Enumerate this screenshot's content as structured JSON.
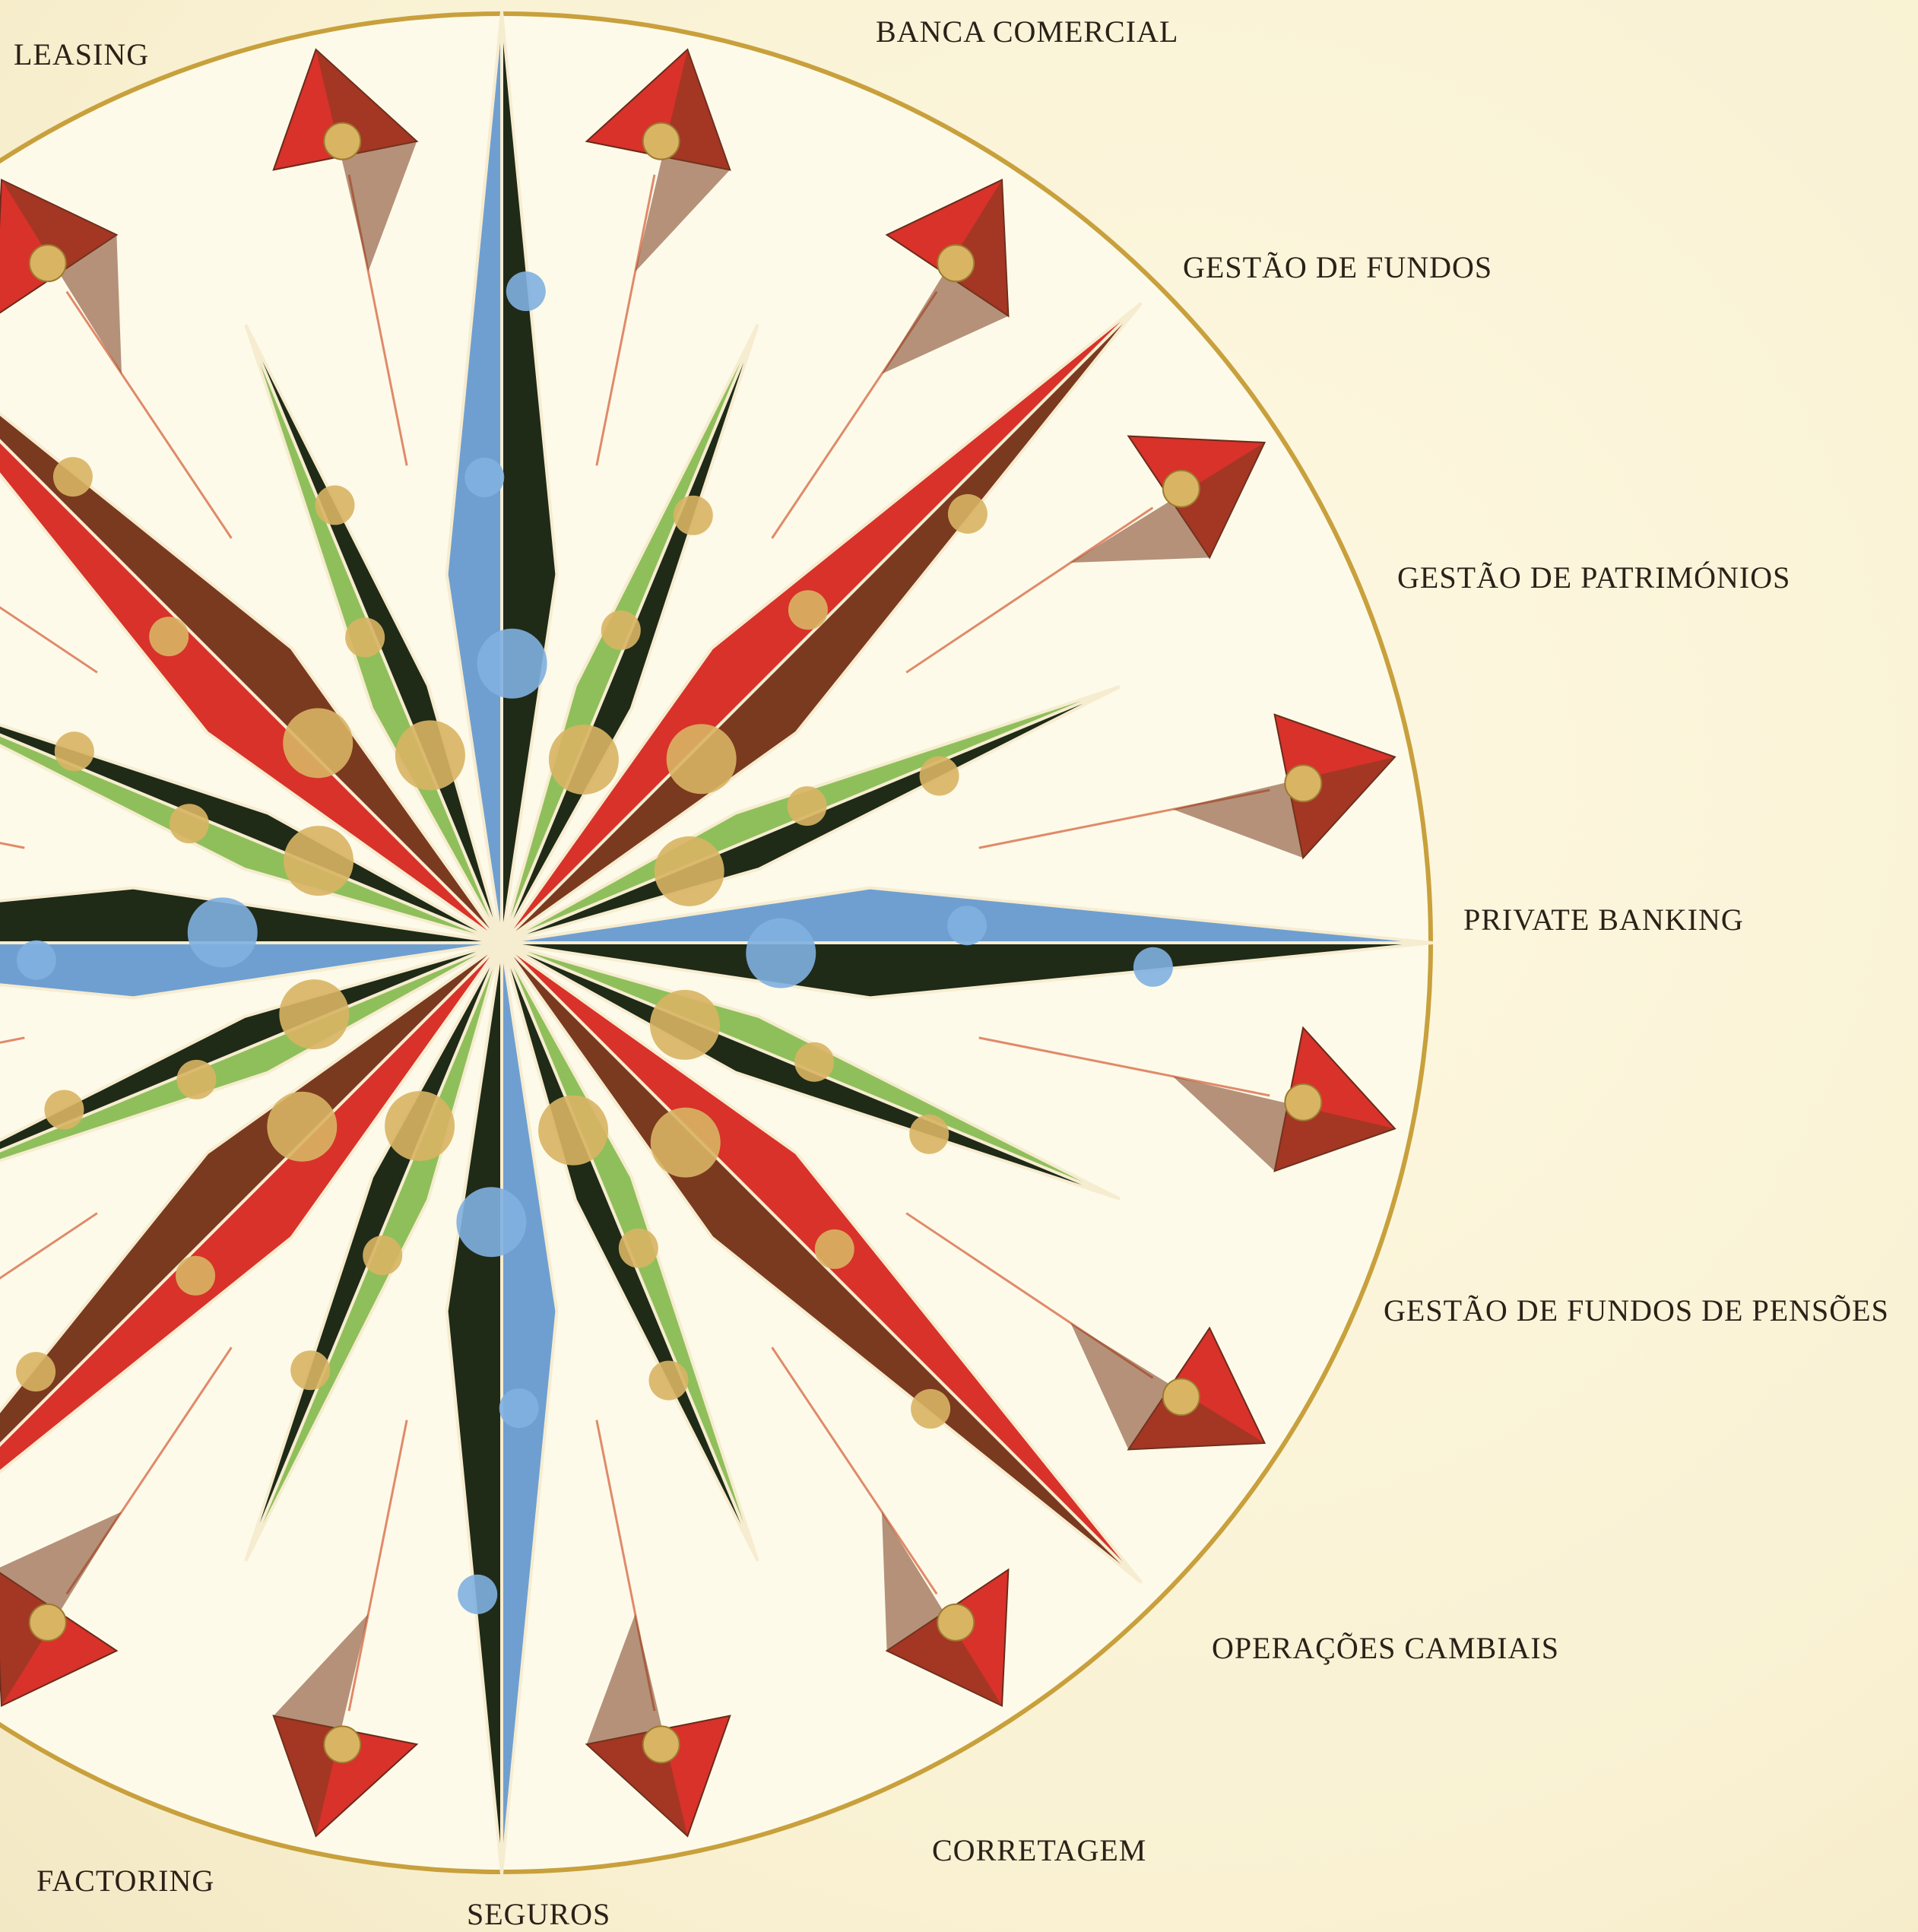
{
  "labels": {
    "leasing": "LEASING",
    "banca_comercial": "BANCA COMERCIAL",
    "gestao_fundos": "GESTÃO DE FUNDOS",
    "gestao_patrimonios": "GESTÃO DE PATRIMÓNIOS",
    "private_banking": "PRIVATE BANKING",
    "gestao_fundos_pensoes": "GESTÃO DE FUNDOS DE PENSÕES",
    "operacoes_cambiais": "OPERAÇÕES CAMBIAIS",
    "corretagem": "CORRETAGEM",
    "seguros": "SEGUROS",
    "factoring": "FACTORING"
  },
  "colors": {
    "background": "#fbf4d8",
    "rim": "#c8a03c",
    "blue": "#6f9fd0",
    "dark_green": "#1f2a17",
    "light_green": "#8fbf5a",
    "red": "#d8322a",
    "brown": "#7a3a1f",
    "gold_blob": "#d8b463"
  }
}
